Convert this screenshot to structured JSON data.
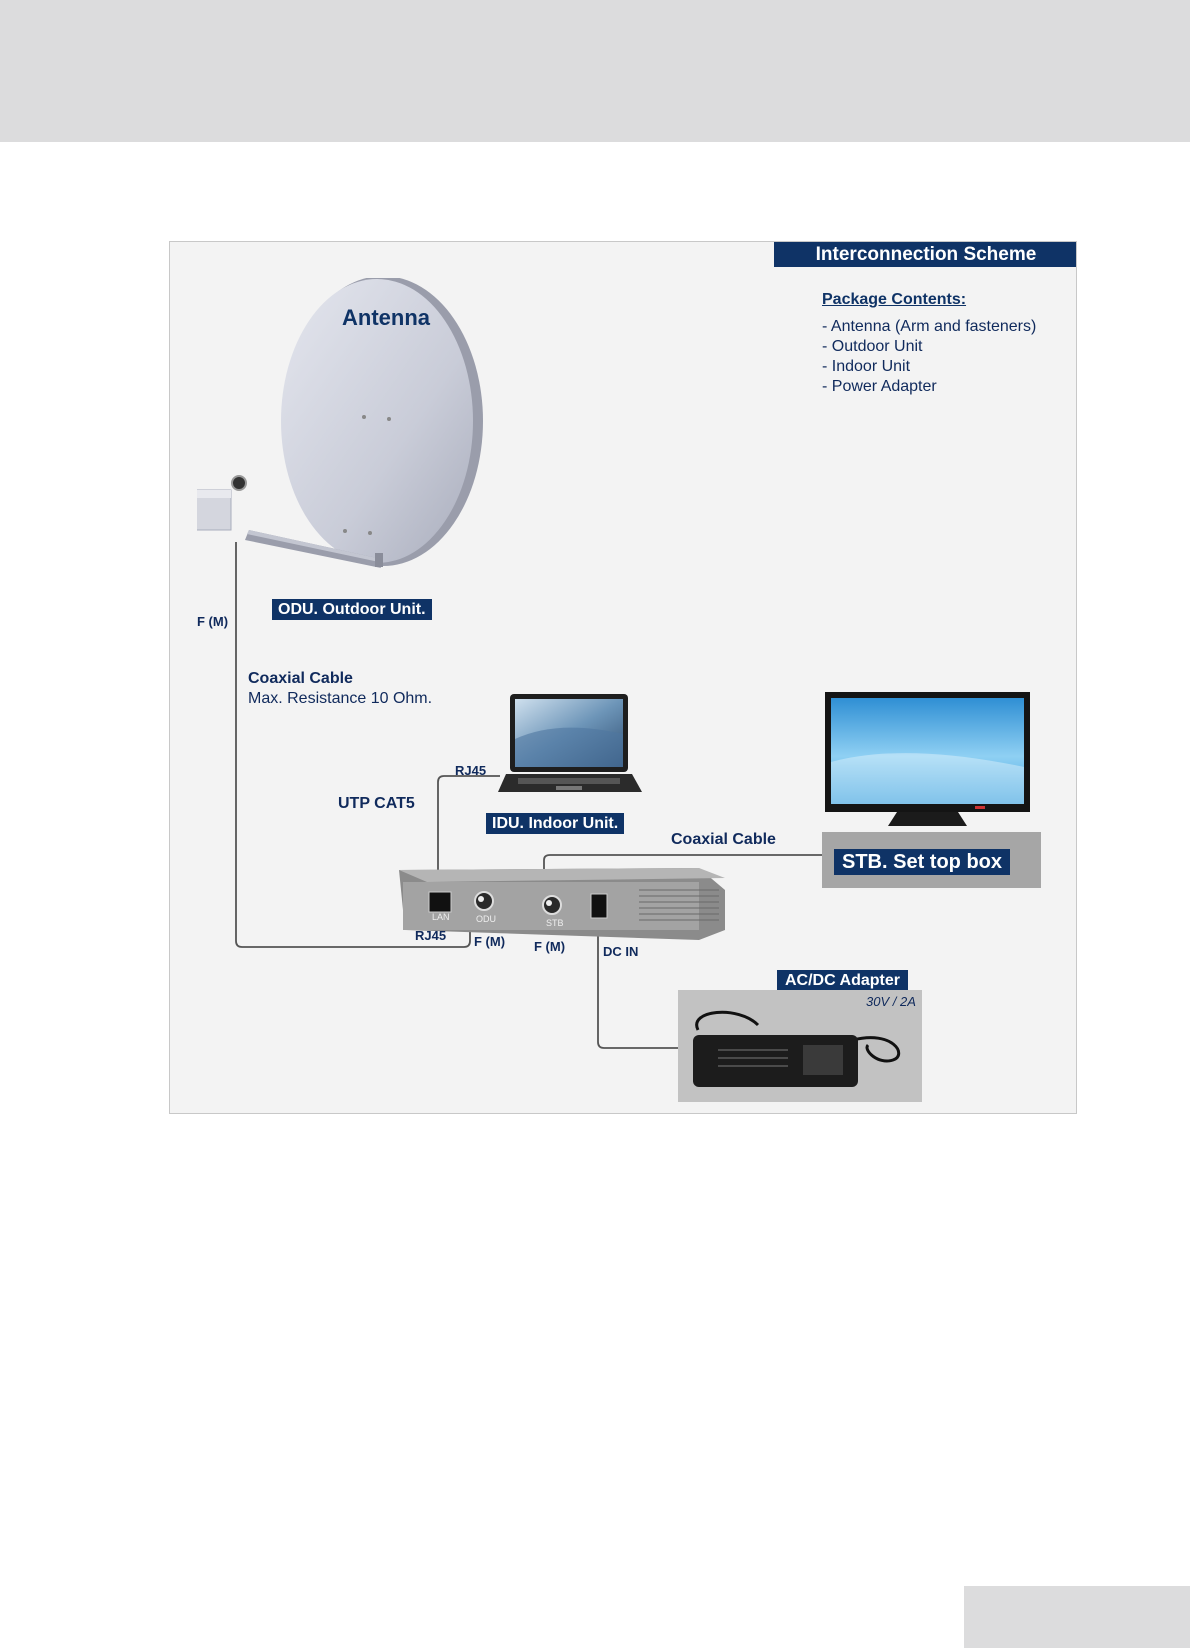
{
  "header": {
    "title": "Interconnection Scheme"
  },
  "package": {
    "title": "Package Contents:",
    "items": [
      "- Antenna (Arm and fasteners)",
      "- Outdoor Unit",
      "- Indoor Unit",
      "- Power Adapter"
    ]
  },
  "labels": {
    "antenna": "Antenna",
    "odu": "ODU. Outdoor Unit.",
    "f_m_left": "F (M)",
    "coax_title": "Coaxial Cable",
    "coax_note": "Max. Resistance 10 Ohm.",
    "rj45_top": "RJ45",
    "utp": "UTP CAT5",
    "idu": "IDU. Indoor Unit.",
    "coax_stb": "Coaxial Cable",
    "stb": "STB. Set top box",
    "rj45_bottom": "RJ45",
    "f_m_odu": "F (M)",
    "f_m_stb": "F (M)",
    "dc_in": "DC IN",
    "adapter": "AC/DC Adapter",
    "adapter_rating": "30V / 2A"
  },
  "ports": {
    "lan": "LAN",
    "odu": "ODU",
    "stb": "STB"
  },
  "colors": {
    "navy": "#0f3366",
    "text": "#102a5c",
    "panel": "#f3f3f3",
    "band": "#dcdcdd",
    "wire": "#555555"
  }
}
